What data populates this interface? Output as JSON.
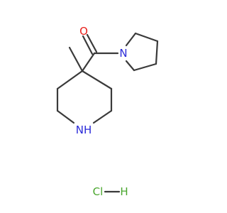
{
  "structure": {
    "atoms": {
      "oxygen": {
        "symbol": "O",
        "color": "#e8201b"
      },
      "amide_nitrogen": {
        "symbol": "N",
        "color": "#2a2ad8"
      },
      "piperidine_nh": {
        "symbol": "NH",
        "color": "#2a2ad8"
      }
    },
    "salt": {
      "chlorine": "Cl",
      "hydrogen": "H",
      "color": "#4aa62e"
    }
  },
  "colors": {
    "bond": "#3a3a3a",
    "background": "#ffffff"
  }
}
